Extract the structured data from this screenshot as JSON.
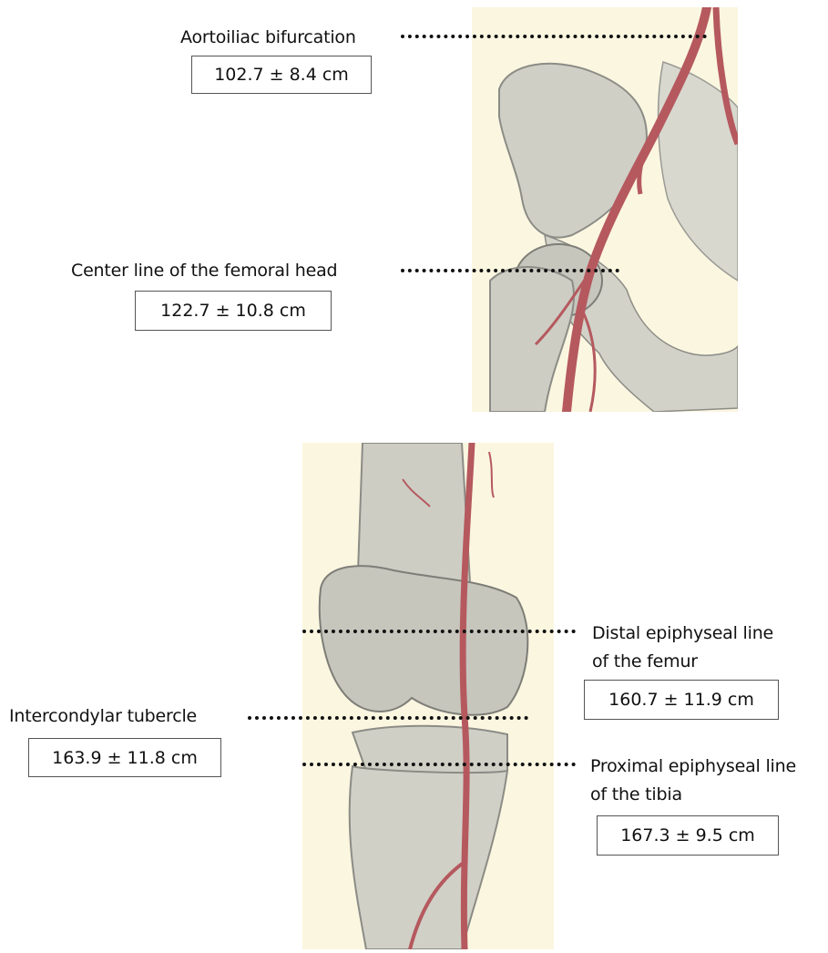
{
  "landmarks": {
    "aortoiliac": {
      "label": "Aortoiliac bifurcation",
      "value": "102.7 ± 8.4 cm"
    },
    "femoral_head": {
      "label": "Center line of the femoral head",
      "value": "122.7 ± 10.8 cm"
    },
    "distal_femur": {
      "label_line1": "Distal epiphyseal line",
      "label_line2": "of the femur",
      "value": "160.7 ± 11.9 cm"
    },
    "intercondylar": {
      "label": "Intercondylar tubercle",
      "value": "163.9 ± 11.8 cm"
    },
    "proximal_tibia": {
      "label_line1": "Proximal epiphyseal line",
      "label_line2": "of the tibia",
      "value": "167.3 ± 9.5 cm"
    }
  },
  "colors": {
    "background": "#fbf6e0",
    "bone": "#c9c9c0",
    "artery": "#b5595e"
  }
}
